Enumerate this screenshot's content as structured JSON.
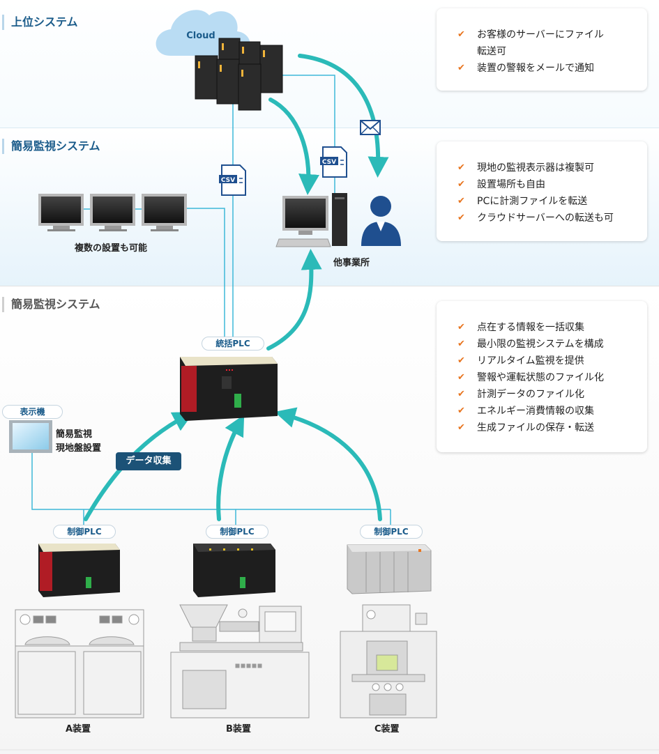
{
  "sections": [
    {
      "title": "上位システム"
    },
    {
      "title": "簡易監視システム"
    },
    {
      "title": "簡易監視システム"
    }
  ],
  "cloud_label": "Cloud",
  "csv_label": "CSV",
  "cards": [
    {
      "items": [
        "お客様のサーバーにファイル",
        "転送可",
        "装置の警報をメールで通知"
      ]
    },
    {
      "items": [
        "現地の監視表示器は複製可",
        "設置場所も自由",
        "PCに計測ファイルを転送",
        "クラウドサーバーへの転送も可"
      ]
    },
    {
      "items": [
        "点在する情報を一括収集",
        "最小限の監視システムを構成",
        "リアルタイム監視を提供",
        "警報や運転状態のファイル化",
        "計測データのファイル化",
        "エネルギー消費情報の収集",
        "生成ファイルの保存・転送"
      ]
    }
  ],
  "labels": {
    "monitors": "複数の設置も可能",
    "office": "他事業所",
    "master_plc": "統括PLC",
    "display": "表示機",
    "display_desc_1": "簡易監視",
    "display_desc_2": "現地盤設置",
    "data_collection": "データ収集",
    "control_plc": "制御PLC",
    "machine_a": "A装置",
    "machine_b": "B装置",
    "machine_c": "C装置"
  },
  "colors": {
    "accent": "#2bbab8",
    "check": "#e8741e",
    "line": "#3db8d8",
    "title": "#1a5b8a",
    "badge": "#1c5277"
  }
}
